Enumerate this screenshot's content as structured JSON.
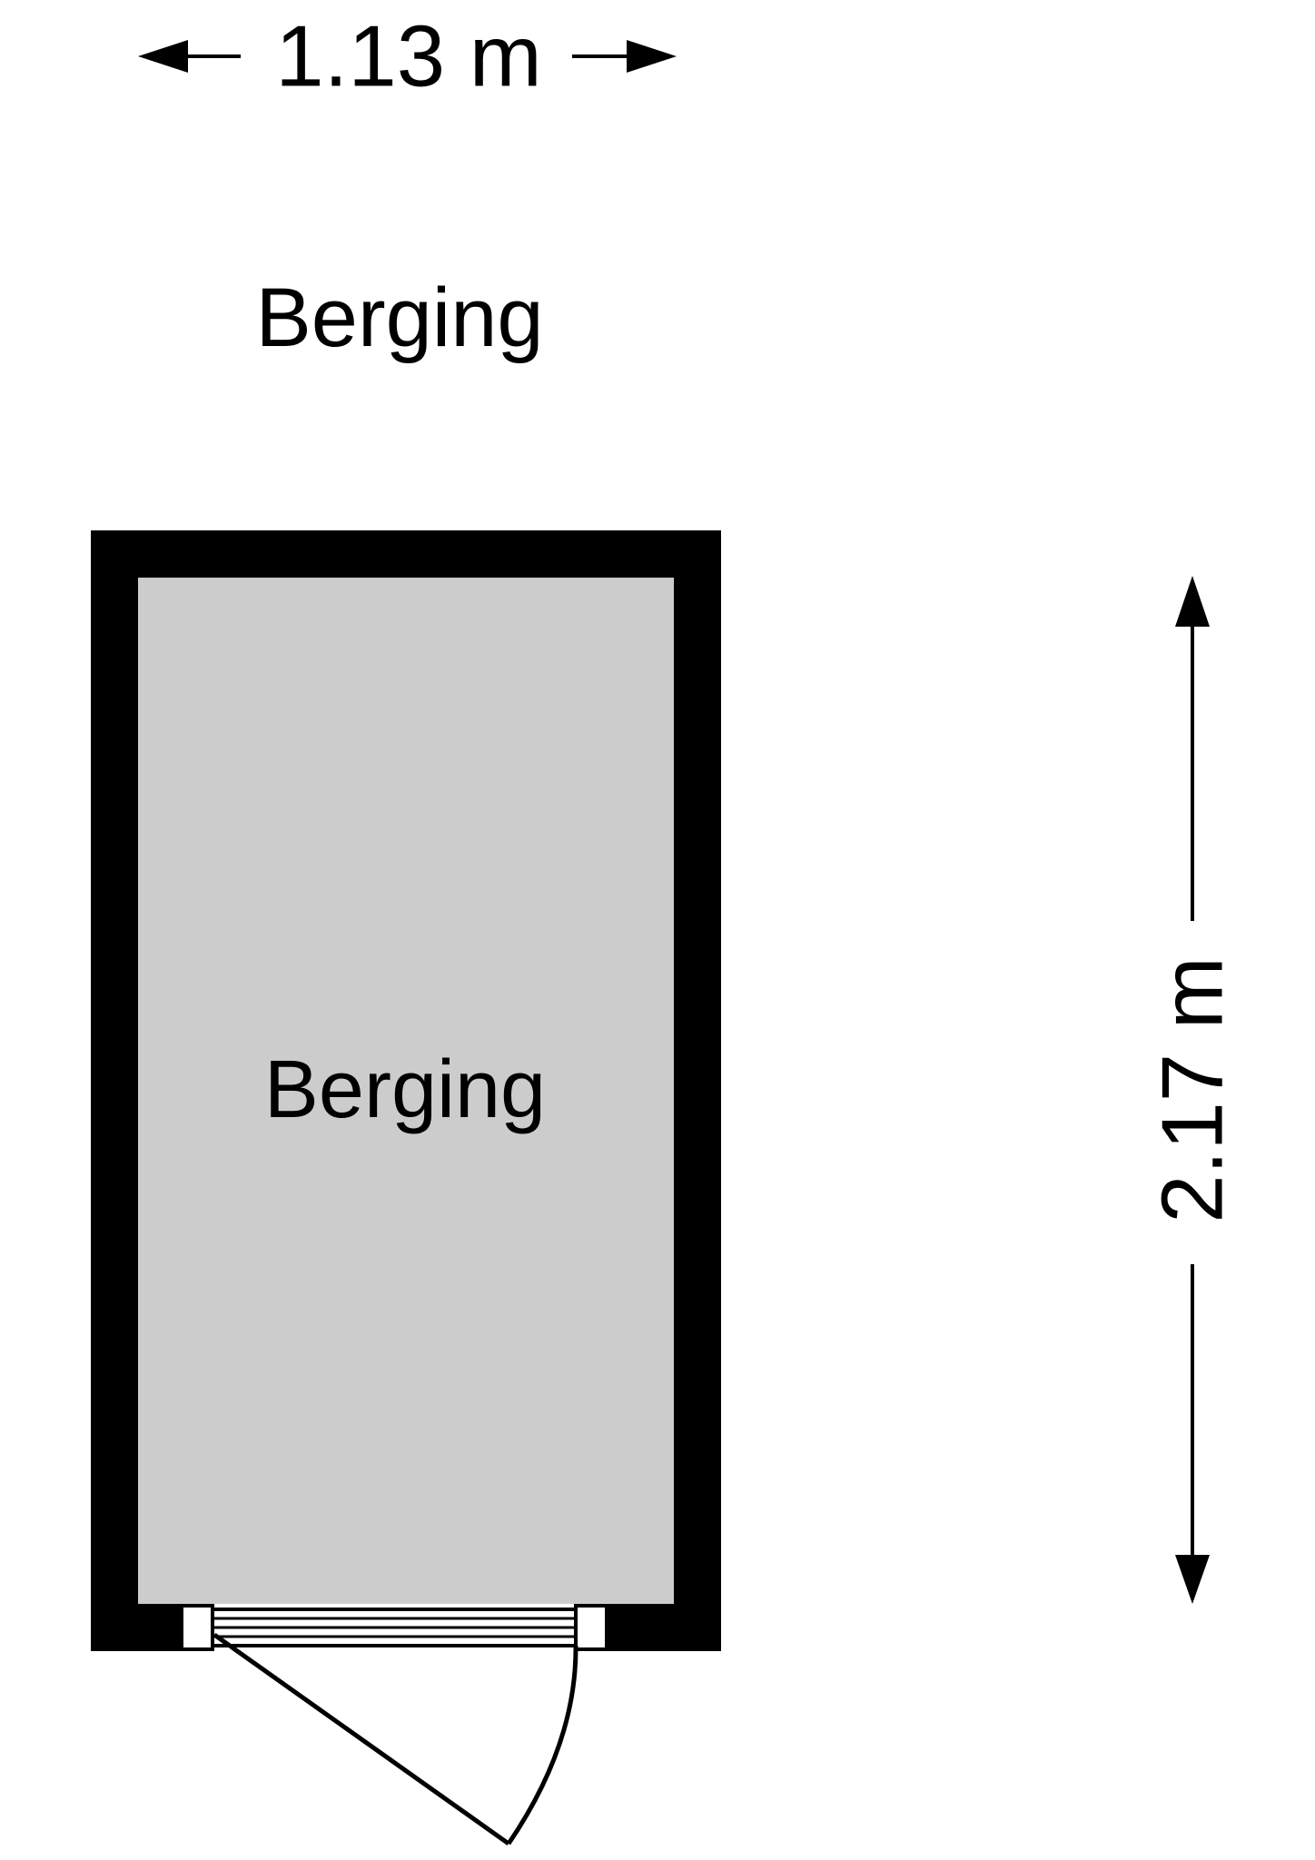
{
  "plan": {
    "title": "Berging",
    "room_label": "Berging",
    "width_dimension": "1.13 m",
    "height_dimension": "2.17 m"
  },
  "colors": {
    "wall": "#000000",
    "floor": "#cccccc",
    "background": "#ffffff",
    "line": "#000000"
  }
}
